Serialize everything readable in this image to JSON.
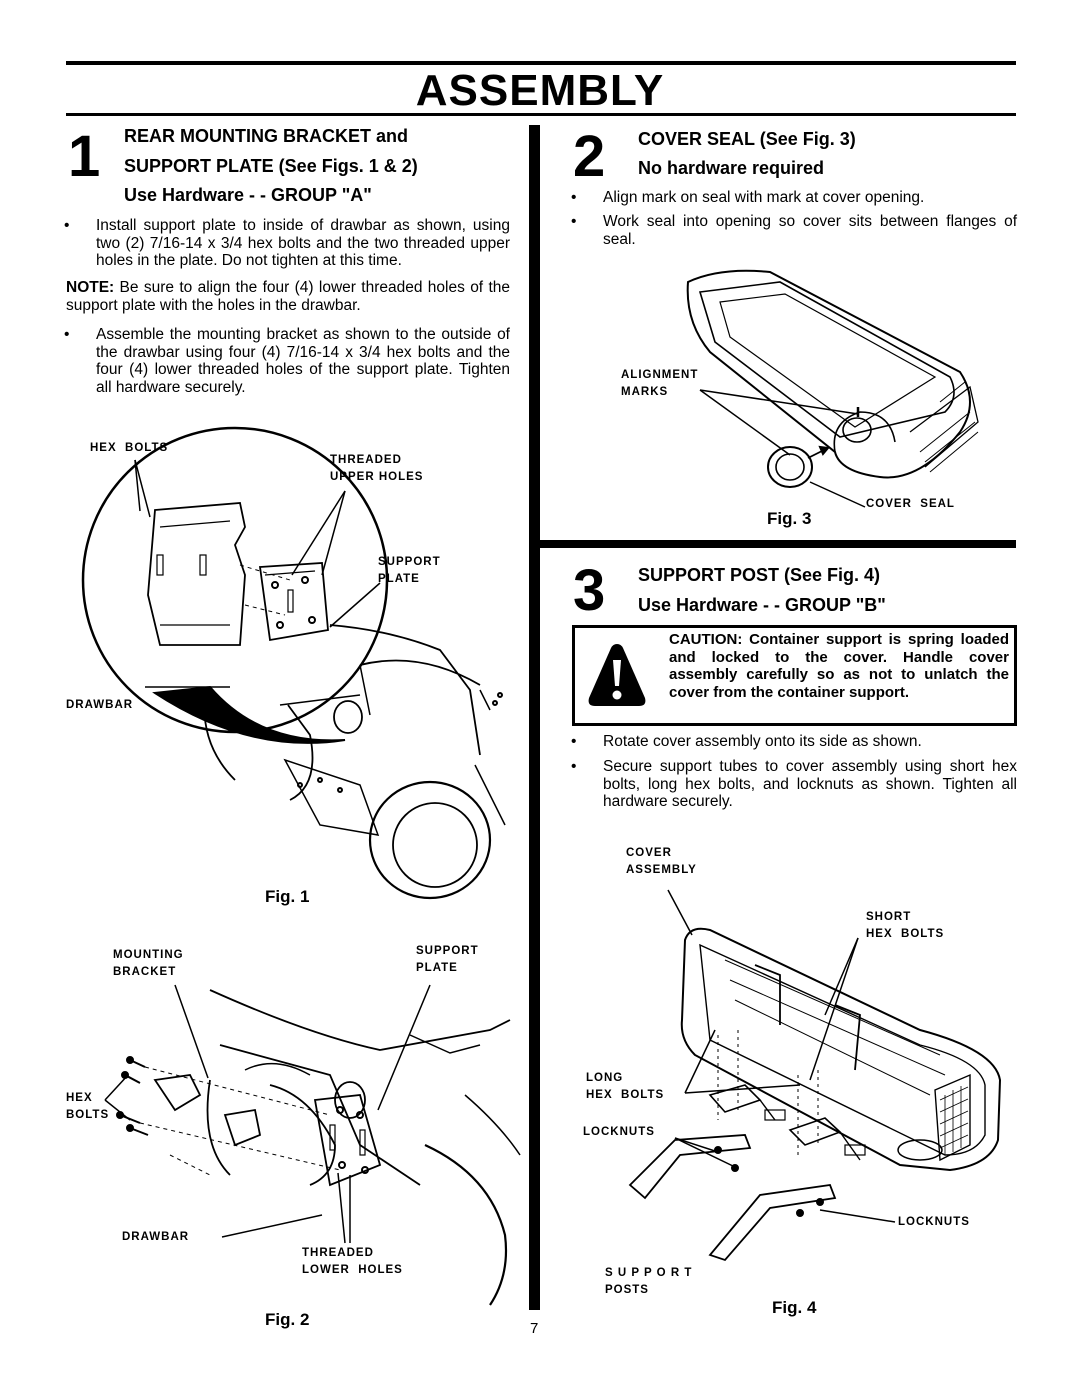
{
  "page": {
    "title": "ASSEMBLY",
    "page_number": "7"
  },
  "step1": {
    "number": "1",
    "heading_line1": "REAR MOUNTING BRACKET and",
    "heading_line2": "SUPPORT PLATE (See Figs. 1 & 2)",
    "heading_line3": "Use Hardware - - GROUP \"A\"",
    "bullet1": "Install support plate to inside of drawbar as shown, using two (2) 7/16-14 x 3/4 hex bolts and the two threaded upper holes in the plate.  Do not tighten at this time.",
    "note_label": "NOTE:",
    "note_text": " Be sure to align the four (4) lower threaded holes of the support plate with the holes in the drawbar.",
    "bullet2": "Assemble the mounting bracket as shown to the outside of the drawbar using four (4) 7/16-14 x 3/4 hex bolts and the four (4) lower threaded holes of the support plate. Tighten all hardware securely."
  },
  "fig1": {
    "caption": "Fig. 1",
    "labels": {
      "hex_bolts": "HEX  BOLTS",
      "threaded_upper_holes": "THREADED\nUPPER HOLES",
      "support_plate": "SUPPORT\nPLATE",
      "drawbar": "DRAWBAR"
    }
  },
  "fig2": {
    "caption": "Fig. 2",
    "labels": {
      "mounting_bracket": "MOUNTING\nBRACKET",
      "support_plate": "SUPPORT\nPLATE",
      "hex_bolts": "HEX\nBOLTS",
      "drawbar": "DRAWBAR",
      "threaded_lower_holes": "THREADED\nLOWER  HOLES"
    }
  },
  "step2": {
    "number": "2",
    "heading_line1": "COVER SEAL (See Fig. 3)",
    "heading_line2": "No hardware required",
    "bullet1": "Align mark on seal with mark at cover opening.",
    "bullet2": "Work seal into opening so cover sits between flanges of seal."
  },
  "fig3": {
    "caption": "Fig. 3",
    "labels": {
      "alignment_marks": "ALIGNMENT\nMARKS",
      "cover_seal": "COVER  SEAL"
    }
  },
  "step3": {
    "number": "3",
    "heading_line1": "SUPPORT POST (See Fig. 4)",
    "heading_line2": "Use Hardware - - GROUP \"B\"",
    "caution": "CAUTION: Container support is spring loaded and locked to the cover. Handle cover assembly carefully so as not to unlatch the cover from the container support.",
    "bullet1": "Rotate cover assembly onto its side as shown.",
    "bullet2": "Secure support tubes to cover assembly using short hex bolts, long hex bolts, and locknuts as shown.  Tighten all hardware securely."
  },
  "fig4": {
    "caption": "Fig. 4",
    "labels": {
      "cover_assembly": "COVER\nASSEMBLY",
      "short_hex_bolts": "SHORT\nHEX  BOLTS",
      "long_hex_bolts": "LONG\nHEX  BOLTS",
      "locknuts_left": "LOCKNUTS",
      "locknuts_right": "LOCKNUTS",
      "support_posts": "S U P P O R T\nPOSTS"
    }
  }
}
